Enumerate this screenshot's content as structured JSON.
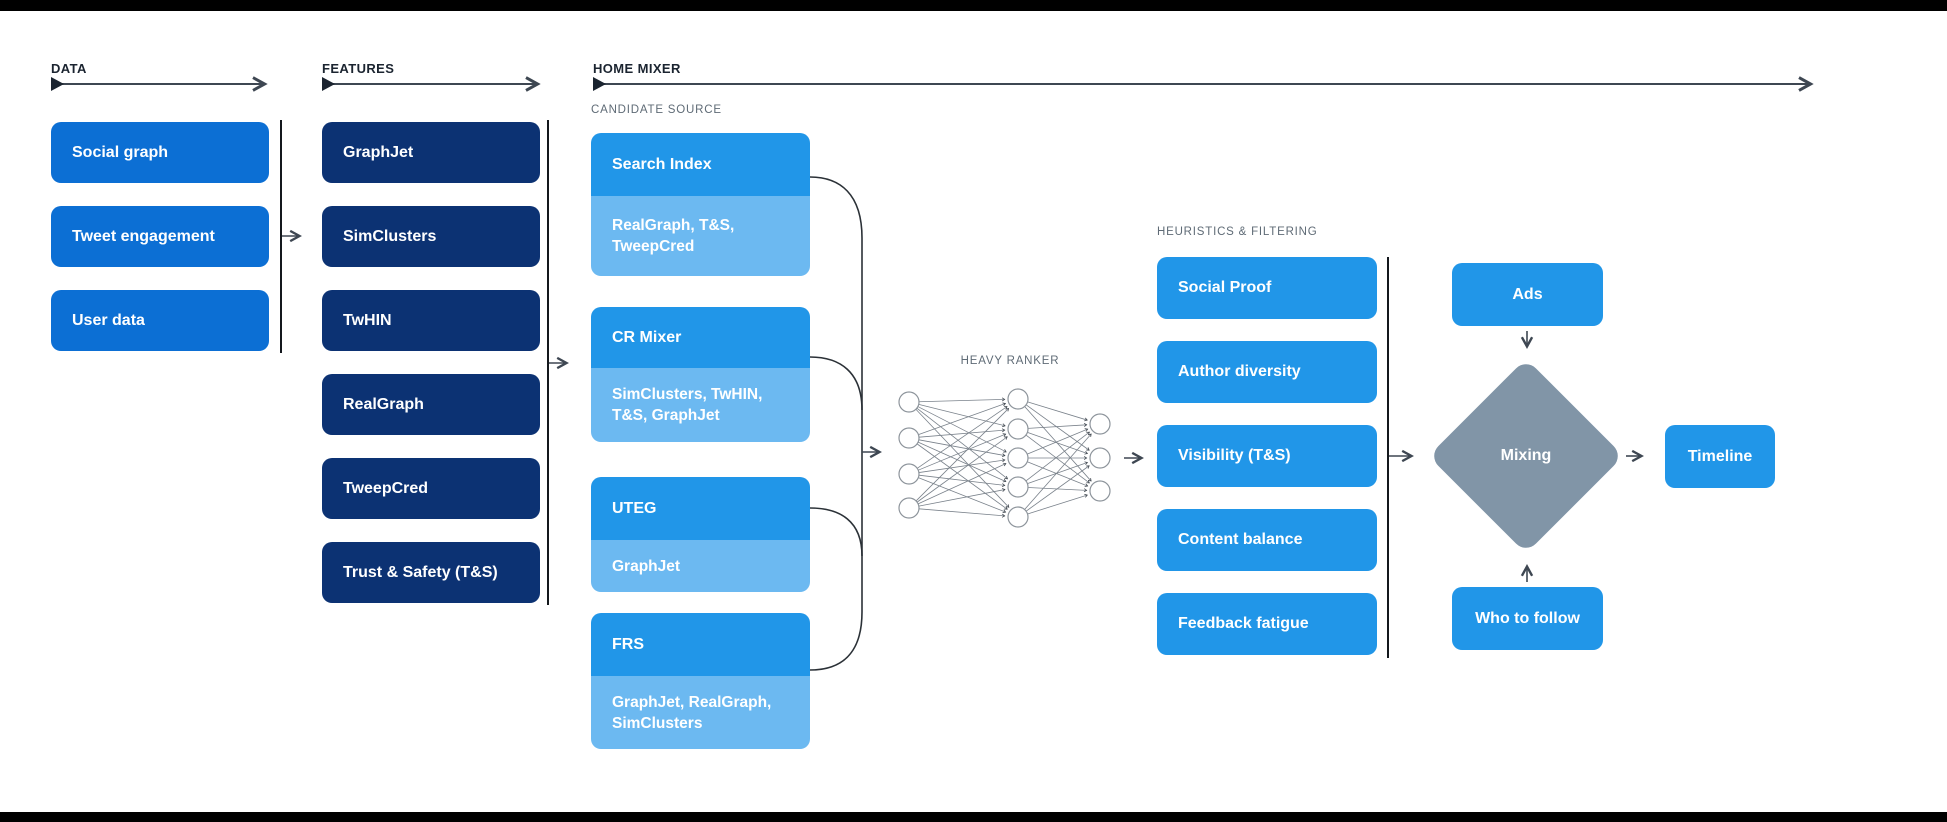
{
  "colors": {
    "blue_medium": "#0C6FD4",
    "blue_navy": "#0C3273",
    "blue_bright": "#2196E8",
    "blue_light": "#6CB9F1",
    "diamond_gray": "#8195A7",
    "header_text": "#1B2430",
    "subheader_text": "#5F6B76"
  },
  "sections": {
    "data": {
      "label": "DATA",
      "items": [
        "Social graph",
        "Tweet engagement",
        "User data"
      ]
    },
    "features": {
      "label": "FEATURES",
      "items": [
        "GraphJet",
        "SimClusters",
        "TwHIN",
        "RealGraph",
        "TweepCred",
        "Trust & Safety (T&S)"
      ]
    },
    "home_mixer": {
      "label": "HOME MIXER",
      "candidate_source": {
        "label": "CANDIDATE SOURCE",
        "groups": [
          {
            "source": "Search Index",
            "features": "RealGraph, T&S, TweepCred"
          },
          {
            "source": "CR Mixer",
            "features": "SimClusters, TwHIN, T&S, GraphJet"
          },
          {
            "source": "UTEG",
            "features": "GraphJet"
          },
          {
            "source": "FRS",
            "features": "GraphJet, RealGraph, SimClusters"
          }
        ]
      },
      "heavy_ranker": {
        "label": "HEAVY RANKER"
      },
      "heuristics": {
        "label": "HEURISTICS & FILTERING",
        "items": [
          "Social Proof",
          "Author diversity",
          "Visibility (T&S)",
          "Content balance",
          "Feedback fatigue"
        ]
      },
      "mixing_stage": {
        "ads": "Ads",
        "mixing": "Mixing",
        "who_to_follow": "Who to follow",
        "timeline": "Timeline"
      }
    }
  }
}
